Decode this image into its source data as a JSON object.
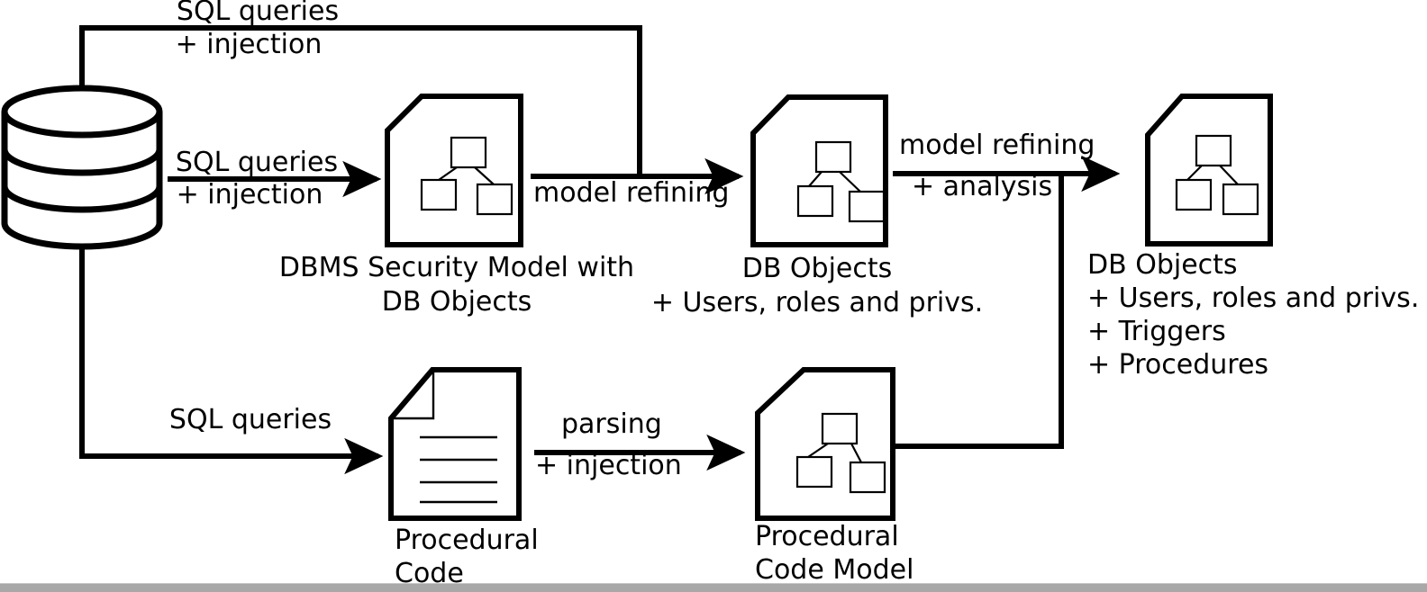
{
  "figure": {
    "title": "DBMS security model extraction pipeline",
    "background_color": "#ffffff",
    "stroke_color": "#000000",
    "bottom_bar_color": "#a8a8a8"
  },
  "nodes": {
    "database": {
      "icon": "database-cylinder-icon",
      "label": ""
    },
    "dbms_security_model": {
      "icon": "document-model-icon",
      "label_line1": "DBMS Security Model with",
      "label_line2": "DB Objects"
    },
    "db_objects": {
      "icon": "document-model-icon",
      "label_line1": "DB Objects",
      "label_line2": "+ Users, roles and privs."
    },
    "db_objects_full": {
      "icon": "document-model-icon",
      "label_line1": "DB Objects",
      "label_line2": "+ Users, roles and privs.",
      "label_line3": "+ Triggers",
      "label_line4": "+ Procedures"
    },
    "procedural_code": {
      "icon": "document-lines-icon",
      "label_line1": "Procedural",
      "label_line2": "Code"
    },
    "procedural_code_model": {
      "icon": "document-model-icon",
      "label_line1": "Procedural",
      "label_line2": "Code Model"
    }
  },
  "edges": {
    "feedback_top": {
      "line1": "SQL queries",
      "line2": "+ injection"
    },
    "db_to_model": {
      "line1": "SQL queries",
      "line2": "+ injection"
    },
    "model_refining_1": {
      "line1": "model refining",
      "line2": ""
    },
    "model_refining_2": {
      "line1": "model refining",
      "line2": "+ analysis"
    },
    "db_to_code": {
      "line1": "SQL queries",
      "line2": ""
    },
    "parsing": {
      "line1": "parsing",
      "line2": "+ injection"
    }
  }
}
